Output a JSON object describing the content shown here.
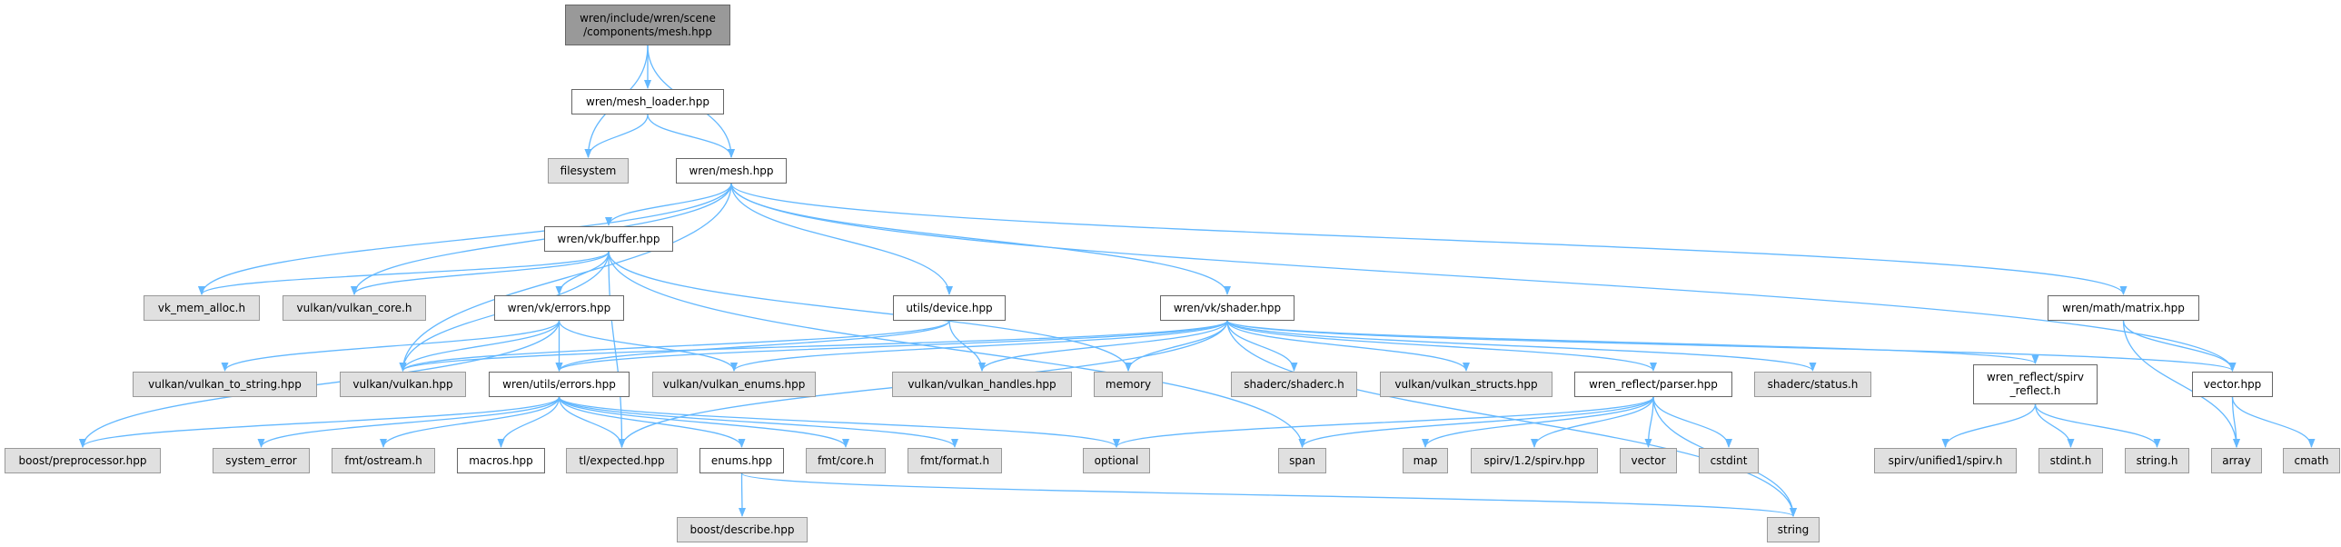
{
  "colors": {
    "edge": "#63b8ff",
    "root_fill": "#999999",
    "doc_fill": "#ffffff",
    "ext_fill": "#e0e0e0"
  },
  "nodes": [
    {
      "id": "root",
      "label": "wren/include/wren/scene\n/components/mesh.hpp",
      "kind": "root"
    },
    {
      "id": "mesh_loader",
      "label": "wren/mesh_loader.hpp",
      "kind": "doc"
    },
    {
      "id": "filesystem",
      "label": "filesystem",
      "kind": "ext"
    },
    {
      "id": "mesh",
      "label": "wren/mesh.hpp",
      "kind": "doc"
    },
    {
      "id": "buffer",
      "label": "wren/vk/buffer.hpp",
      "kind": "doc"
    },
    {
      "id": "vk_mem_alloc",
      "label": "vk_mem_alloc.h",
      "kind": "ext"
    },
    {
      "id": "vulkan_core",
      "label": "vulkan/vulkan_core.h",
      "kind": "ext"
    },
    {
      "id": "vk_errors",
      "label": "wren/vk/errors.hpp",
      "kind": "doc"
    },
    {
      "id": "utils_device",
      "label": "utils/device.hpp",
      "kind": "doc"
    },
    {
      "id": "shader",
      "label": "wren/vk/shader.hpp",
      "kind": "doc"
    },
    {
      "id": "matrix",
      "label": "wren/math/matrix.hpp",
      "kind": "doc"
    },
    {
      "id": "vulkan_to_string",
      "label": "vulkan/vulkan_to_string.hpp",
      "kind": "ext"
    },
    {
      "id": "vulkan_hpp",
      "label": "vulkan/vulkan.hpp",
      "kind": "ext"
    },
    {
      "id": "utils_errors",
      "label": "wren/utils/errors.hpp",
      "kind": "doc"
    },
    {
      "id": "vulkan_enums",
      "label": "vulkan/vulkan_enums.hpp",
      "kind": "ext"
    },
    {
      "id": "vulkan_handles",
      "label": "vulkan/vulkan_handles.hpp",
      "kind": "ext"
    },
    {
      "id": "memory",
      "label": "memory",
      "kind": "ext"
    },
    {
      "id": "shaderc_h",
      "label": "shaderc/shaderc.h",
      "kind": "ext"
    },
    {
      "id": "vulkan_structs",
      "label": "vulkan/vulkan_structs.hpp",
      "kind": "ext"
    },
    {
      "id": "parser",
      "label": "wren_reflect/parser.hpp",
      "kind": "doc"
    },
    {
      "id": "shaderc_status",
      "label": "shaderc/status.h",
      "kind": "ext"
    },
    {
      "id": "spirv_reflect",
      "label": "wren_reflect/spirv\n_reflect.h",
      "kind": "doc"
    },
    {
      "id": "vector_hpp",
      "label": "vector.hpp",
      "kind": "doc"
    },
    {
      "id": "boost_pp",
      "label": "boost/preprocessor.hpp",
      "kind": "ext"
    },
    {
      "id": "system_error",
      "label": "system_error",
      "kind": "ext"
    },
    {
      "id": "fmt_ostream",
      "label": "fmt/ostream.h",
      "kind": "ext"
    },
    {
      "id": "macros",
      "label": "macros.hpp",
      "kind": "doc"
    },
    {
      "id": "tl_expected",
      "label": "tl/expected.hpp",
      "kind": "ext"
    },
    {
      "id": "enums",
      "label": "enums.hpp",
      "kind": "doc"
    },
    {
      "id": "fmt_core",
      "label": "fmt/core.h",
      "kind": "ext"
    },
    {
      "id": "fmt_format",
      "label": "fmt/format.h",
      "kind": "ext"
    },
    {
      "id": "optional",
      "label": "optional",
      "kind": "ext"
    },
    {
      "id": "span",
      "label": "span",
      "kind": "ext"
    },
    {
      "id": "map",
      "label": "map",
      "kind": "ext"
    },
    {
      "id": "spirv12",
      "label": "spirv/1.2/spirv.hpp",
      "kind": "ext"
    },
    {
      "id": "vector",
      "label": "vector",
      "kind": "ext"
    },
    {
      "id": "cstdint",
      "label": "cstdint",
      "kind": "ext"
    },
    {
      "id": "spirv_unified",
      "label": "spirv/unified1/spirv.h",
      "kind": "ext"
    },
    {
      "id": "stdint_h",
      "label": "stdint.h",
      "kind": "ext"
    },
    {
      "id": "string_h",
      "label": "string.h",
      "kind": "ext"
    },
    {
      "id": "array",
      "label": "array",
      "kind": "ext"
    },
    {
      "id": "cmath",
      "label": "cmath",
      "kind": "ext"
    },
    {
      "id": "boost_describe",
      "label": "boost/describe.hpp",
      "kind": "ext"
    },
    {
      "id": "string",
      "label": "string",
      "kind": "ext"
    }
  ],
  "edges": [
    [
      "root",
      "filesystem"
    ],
    [
      "root",
      "mesh_loader"
    ],
    [
      "root",
      "mesh"
    ],
    [
      "mesh_loader",
      "filesystem"
    ],
    [
      "mesh_loader",
      "mesh"
    ],
    [
      "mesh",
      "buffer"
    ],
    [
      "mesh",
      "vk_mem_alloc"
    ],
    [
      "mesh",
      "vulkan_core"
    ],
    [
      "mesh",
      "vulkan_hpp"
    ],
    [
      "mesh",
      "utils_device"
    ],
    [
      "mesh",
      "shader"
    ],
    [
      "mesh",
      "matrix"
    ],
    [
      "mesh",
      "vector_hpp"
    ],
    [
      "buffer",
      "vk_mem_alloc"
    ],
    [
      "buffer",
      "vulkan_core"
    ],
    [
      "buffer",
      "vk_errors"
    ],
    [
      "buffer",
      "vulkan_hpp"
    ],
    [
      "buffer",
      "memory"
    ],
    [
      "buffer",
      "span"
    ],
    [
      "buffer",
      "tl_expected"
    ],
    [
      "vk_errors",
      "vulkan_to_string"
    ],
    [
      "vk_errors",
      "vulkan_hpp"
    ],
    [
      "vk_errors",
      "utils_errors"
    ],
    [
      "vk_errors",
      "vulkan_enums"
    ],
    [
      "vk_errors",
      "boost_pp"
    ],
    [
      "utils_device",
      "vulkan_hpp"
    ],
    [
      "utils_device",
      "utils_errors"
    ],
    [
      "utils_device",
      "vulkan_handles"
    ],
    [
      "shader",
      "vulkan_hpp"
    ],
    [
      "shader",
      "utils_errors"
    ],
    [
      "shader",
      "vulkan_enums"
    ],
    [
      "shader",
      "vulkan_handles"
    ],
    [
      "shader",
      "memory"
    ],
    [
      "shader",
      "shaderc_h"
    ],
    [
      "shader",
      "vulkan_structs"
    ],
    [
      "shader",
      "parser"
    ],
    [
      "shader",
      "shaderc_status"
    ],
    [
      "shader",
      "spirv_reflect"
    ],
    [
      "shader",
      "vector_hpp"
    ],
    [
      "shader",
      "string"
    ],
    [
      "shader",
      "tl_expected"
    ],
    [
      "matrix",
      "vector_hpp"
    ],
    [
      "matrix",
      "array"
    ],
    [
      "utils_errors",
      "boost_pp"
    ],
    [
      "utils_errors",
      "system_error"
    ],
    [
      "utils_errors",
      "fmt_ostream"
    ],
    [
      "utils_errors",
      "macros"
    ],
    [
      "utils_errors",
      "tl_expected"
    ],
    [
      "utils_errors",
      "enums"
    ],
    [
      "utils_errors",
      "fmt_core"
    ],
    [
      "utils_errors",
      "fmt_format"
    ],
    [
      "utils_errors",
      "optional"
    ],
    [
      "enums",
      "boost_describe"
    ],
    [
      "enums",
      "string"
    ],
    [
      "parser",
      "optional"
    ],
    [
      "parser",
      "span"
    ],
    [
      "parser",
      "map"
    ],
    [
      "parser",
      "spirv12"
    ],
    [
      "parser",
      "vector"
    ],
    [
      "parser",
      "cstdint"
    ],
    [
      "parser",
      "string"
    ],
    [
      "spirv_reflect",
      "spirv_unified"
    ],
    [
      "spirv_reflect",
      "stdint_h"
    ],
    [
      "spirv_reflect",
      "string_h"
    ],
    [
      "vector_hpp",
      "array"
    ],
    [
      "vector_hpp",
      "cmath"
    ]
  ]
}
